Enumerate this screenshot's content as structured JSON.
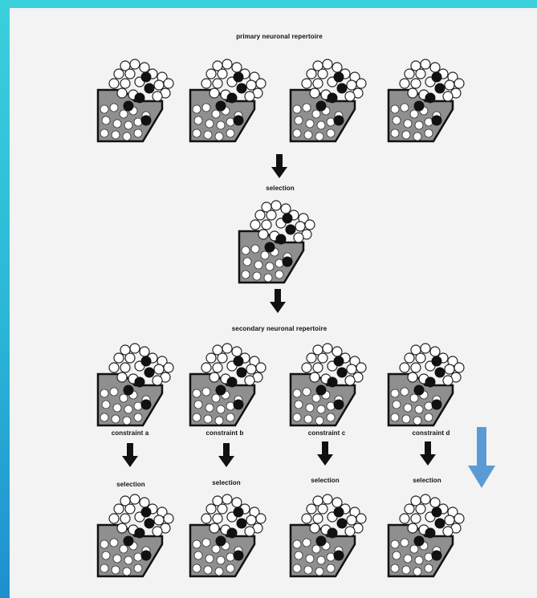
{
  "labels": {
    "primary": "primary neuronal repertoire",
    "secondary": "secondary neuronal repertoire",
    "selection": "selection",
    "constraint_a": "constraint a",
    "constraint_b": "constraint b",
    "constraint_c": "constraint c",
    "constraint_d": "constraint d"
  },
  "colors": {
    "border_gradient_top": "#3ad0dc",
    "border_gradient_bottom": "#1f8fcf",
    "paper": "#f3f3f3",
    "block_fill": "#8f8f8f",
    "neuron_filled": "#111111",
    "neuron_hollow": "#ffffff",
    "arrow_black": "#111111",
    "arrow_blue": "#5b9bd5"
  },
  "icons": {
    "selection_arrow": "down-arrow-icon",
    "highlight_arrow": "blue-down-arrow-icon"
  }
}
